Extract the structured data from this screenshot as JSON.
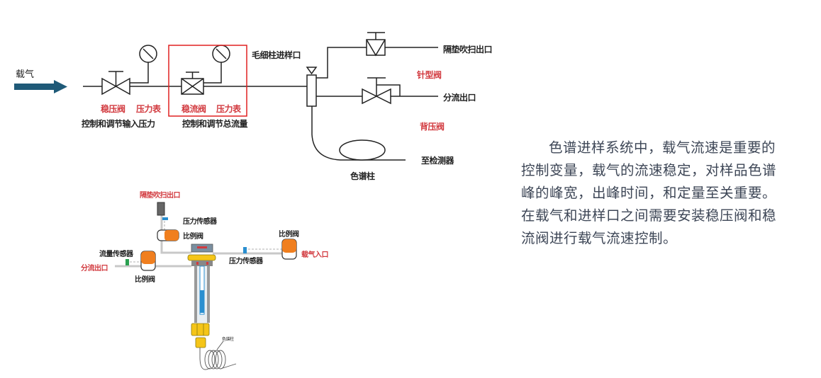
{
  "carrier_gas_arrow": {
    "label": "载气",
    "color": "#1f5a78"
  },
  "top_diagram": {
    "highlight_box_color": "#e02020",
    "labels": {
      "pressure_regulator": "稳压阀",
      "pressure_gauge_1": "压力表",
      "flow_regulator": "稳流阀",
      "pressure_gauge_2": "压力表",
      "caption_input_pressure": "控制和调节输入压力",
      "caption_total_flow": "控制和调节总流量",
      "capillary_inlet": "毛细柱进样口",
      "septum_purge_outlet": "隔垫吹扫出口",
      "needle_valve": "针型阀",
      "split_outlet": "分流出口",
      "back_pressure_valve": "背压阀",
      "to_detector": "至检测器",
      "column": "色谱柱"
    }
  },
  "bottom_diagram": {
    "colors": {
      "valve_orange": "#f07f1f",
      "nut_yellow": "#f5c518",
      "sensor_blue": "#2a8fd0",
      "sensor_green": "#2aa050",
      "label_red": "#d23a3f"
    },
    "labels": {
      "septum_purge_outlet": "隔垫吹扫出口",
      "pressure_sensor_top": "压力传感器",
      "proportional_valve_top": "比例阀",
      "proportional_valve_right": "比例阀",
      "carrier_inlet": "载气入口",
      "pressure_sensor_right": "压力传感器",
      "flow_sensor": "流量传感器",
      "split_outlet": "分流出口",
      "proportional_valve_left": "比例阀",
      "column_tag": "色谱柱"
    }
  },
  "description": {
    "text": "色谱进样系统中，载气流速是重要的控制变量，载气的流速稳定，对样品色谱峰的峰宽，出峰时间，和定量至关重要。在载气和进样口之间需要安装稳压阀和稳流阀进行载气流速控制。"
  }
}
